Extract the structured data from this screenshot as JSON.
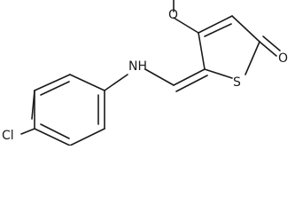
{
  "molecule": {
    "atoms": {
      "chlorine": "Cl",
      "amine": "NH",
      "methoxy_oxygen": "O",
      "sulfur": "S",
      "carbonyl_oxygen": "O"
    }
  }
}
